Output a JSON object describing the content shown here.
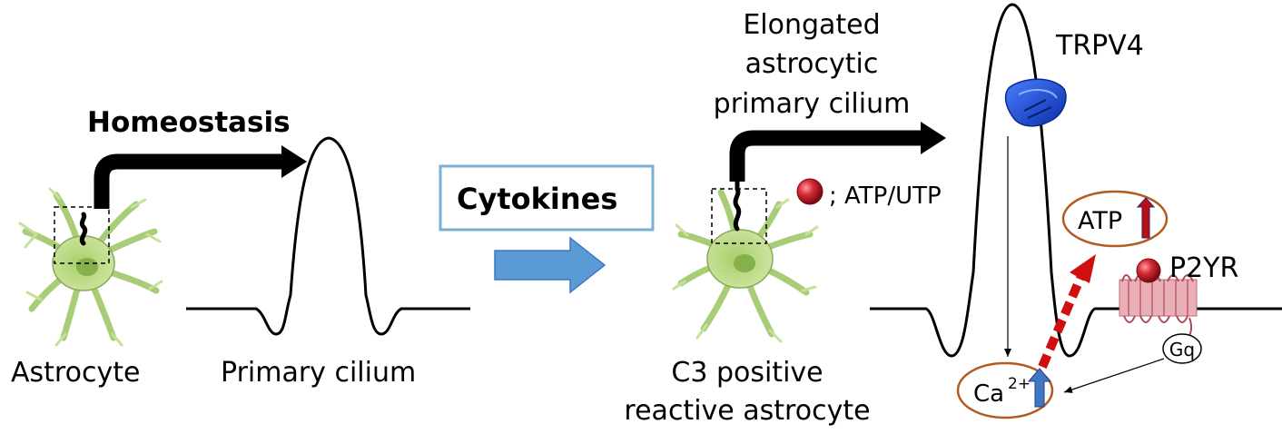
{
  "labels": {
    "homeostasis": "Homeostasis",
    "astrocyte": "Astrocyte",
    "primary_cilium": "Primary cilium",
    "cytokines": "Cytokines",
    "elongated_line1": "Elongated",
    "elongated_line2": "astrocytic",
    "elongated_line3": "primary cilium",
    "atp_utp": "; ATP/UTP",
    "c3_line1": "C3 positive",
    "c3_line2": "reactive astrocyte",
    "trpv4": "TRPV4",
    "atp": "ATP",
    "p2yr": "P2YR",
    "gq": "Gq",
    "ca": "Ca",
    "ca_superscript": "2+"
  },
  "colors": {
    "astrocyte_fill": "#bcd98a",
    "astrocyte_stroke": "#8aa85a",
    "cytokine_box_border": "#7ab0d6",
    "blue_arrow": "#5b9bd5",
    "trpv4": "#1f4fd1",
    "ellipse_outline": "#b35a1f",
    "up_arrow_red": "#b80f0f",
    "up_arrow_blue": "#3f78c0",
    "dashed_arrow": "#d01010",
    "ligand_red": "#c0182a",
    "receptor": "#e09aa6"
  }
}
